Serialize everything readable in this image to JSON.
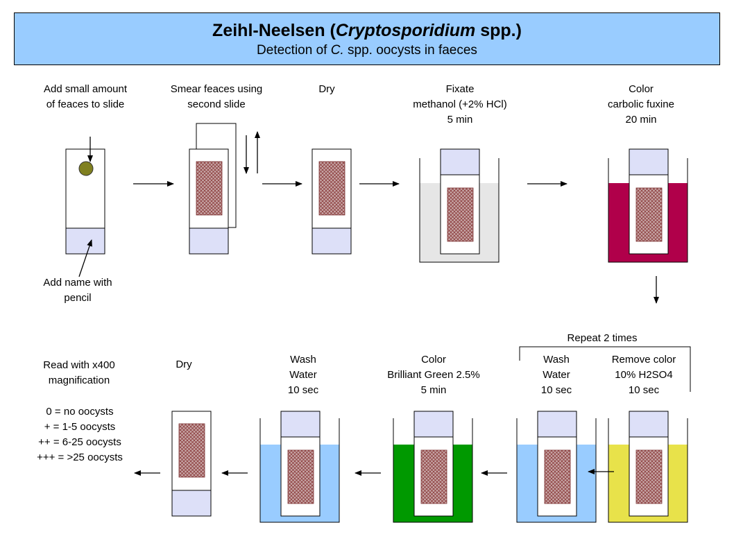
{
  "title": {
    "main_prefix": "Zeihl-Neelsen (",
    "main_italic": "Cryptosporidium",
    "main_suffix": " spp.)",
    "sub_prefix": "Detection of ",
    "sub_italic": "C.",
    "sub_suffix": " spp. oocysts in faeces"
  },
  "steps": {
    "add_feces": "Add small amount\nof feaces to slide",
    "add_name": "Add name with\npencil",
    "smear": "Smear feaces using\nsecond slide",
    "dry_1": "Dry",
    "fixate": "Fixate\nmethanol (+2% HCl)\n5 min",
    "color_fuxine": "Color\ncarbolic fuxine\n20 min",
    "repeat": "Repeat 2 times",
    "remove_color": "Remove color\n10% H2SO4\n10 sec",
    "wash_1": "Wash\nWater\n10 sec",
    "color_green": "Color\nBrilliant Green 2.5%\n5 min",
    "wash_2": "Wash\nWater\n10 sec",
    "dry_2": "Dry",
    "read": "Read with x400\nmagnification",
    "scores": "0 = no oocysts\n+ = 1-5 oocysts\n++ = 6-25 oocysts\n+++ = >25 oocysts"
  },
  "colors": {
    "title_bg": "#99ccff",
    "methanol": "#e6e6e6",
    "fuxine": "#b0004a",
    "h2so4": "#e8e24a",
    "water": "#99ccff",
    "brilliant_green": "#009900",
    "slide_label": "#dde0f8",
    "smear": "#c8a0a0",
    "feces_dot": "#808020"
  }
}
